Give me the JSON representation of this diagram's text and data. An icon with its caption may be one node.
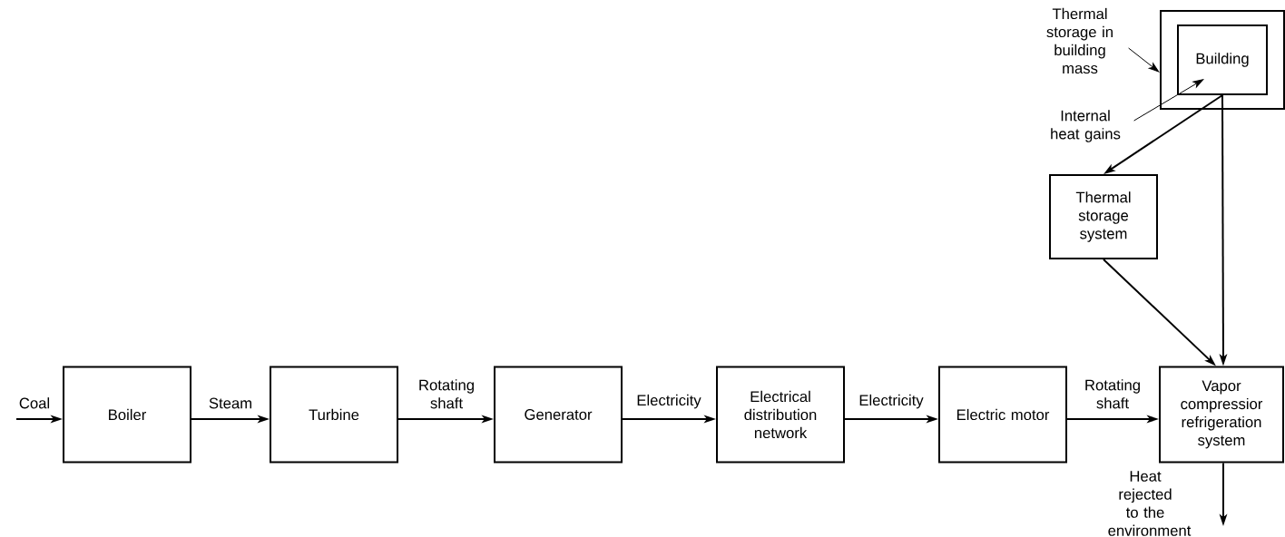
{
  "diagram": {
    "nodes": [
      {
        "text": [],
        "shape": "box"
      },
      {
        "text": [
          "Building"
        ],
        "in": 0
      },
      {
        "text": [
          "Thermal storage in building mass"
        ]
      },
      {
        "text": [
          "Internal heat gains"
        ]
      },
      {
        "text": [
          "Thermal storage system"
        ]
      },
      {
        "text": [
          "Boiler"
        ]
      },
      {
        "text": [
          "Turbine"
        ]
      },
      {
        "text": [
          "Generator"
        ]
      },
      {
        "text": [
          "Electrical distribution network"
        ]
      },
      {
        "text": [
          "Electric motor"
        ]
      },
      {
        "text": [
          "Vapor compressior refrigeration system"
        ]
      }
    ],
    "edges": [
      {
        "from": 2,
        "to": 0,
        "arrow": "to"
      },
      {
        "from": 3,
        "to": 1,
        "arrow": "to"
      },
      {
        "from": 1,
        "to": 4,
        "arrow": "to"
      },
      {
        "from": 1,
        "to": 10,
        "arrow": "to"
      },
      {
        "from": 4,
        "to": 10,
        "arrow": "to"
      },
      {
        "from": null,
        "to": 5,
        "arrow": "to",
        "label": "Coal"
      },
      {
        "from": 5,
        "to": 6,
        "arrow": "to",
        "label": "Steam"
      },
      {
        "from": 6,
        "to": 7,
        "arrow": "to",
        "label": "Rotating shaft"
      },
      {
        "from": 7,
        "to": 8,
        "arrow": "to",
        "label": "Electricity"
      },
      {
        "from": 8,
        "to": 9,
        "arrow": "to",
        "label": "Electricity"
      },
      {
        "from": 9,
        "to": 10,
        "arrow": "to",
        "label": "Rotating shaft"
      },
      {
        "from": 10,
        "to": null,
        "arrow": "to",
        "label": "Heat rejected to the environment"
      }
    ]
  }
}
